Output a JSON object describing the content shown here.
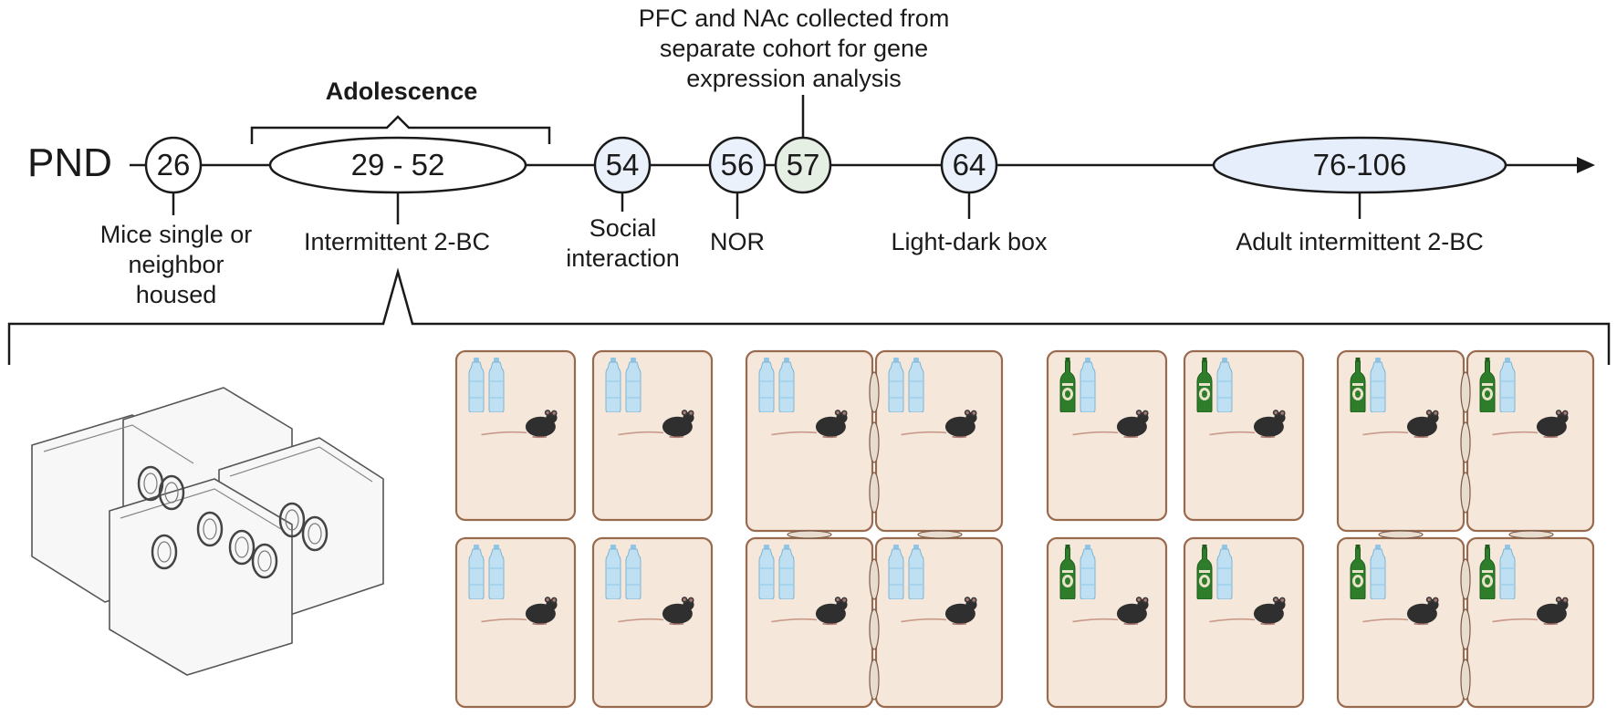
{
  "timeline": {
    "axis_label": "PND",
    "nodes": [
      {
        "id": "n26",
        "label": "26",
        "fill": "#ffffff"
      },
      {
        "id": "n2952",
        "label": "29 - 52",
        "fill": "#ffffff"
      },
      {
        "id": "n54",
        "label": "54",
        "fill": "#eaf1fb"
      },
      {
        "id": "n56",
        "label": "56",
        "fill": "#eaf1fb"
      },
      {
        "id": "n57",
        "label": "57",
        "fill": "#e6efe3"
      },
      {
        "id": "n64",
        "label": "64",
        "fill": "#eaf1fb"
      },
      {
        "id": "n76106",
        "label": "76-106",
        "fill": "#e7eefb"
      }
    ],
    "bracket_label": "Adolescence",
    "top_note": "PFC and NAc collected from separate cohort for gene expression analysis",
    "events": {
      "housing": "Mice single or neighbor housed",
      "adolescent_drinking": "Intermittent 2-BC",
      "social": "Social interaction",
      "nor": "NOR",
      "light_dark": "Light-dark box",
      "adult_drinking": "Adult intermittent 2-BC"
    }
  },
  "colors": {
    "line": "#1a1a1a",
    "cage_fill": "#f5e8da",
    "cage_border": "#9a6a4f",
    "water_bottle": "#bfe0f3",
    "beer_bottle": "#2d7d2a",
    "mouse": "#2f2f2f",
    "mouse_tail": "#c99a8a"
  },
  "cages": {
    "groups": [
      {
        "id": "single-water",
        "layout": "single",
        "bottles": "water"
      },
      {
        "id": "neighbor-water",
        "layout": "neighbor",
        "bottles": "water"
      },
      {
        "id": "single-beer",
        "layout": "single",
        "bottles": "beer"
      },
      {
        "id": "neighbor-beer",
        "layout": "neighbor",
        "bottles": "beer"
      }
    ]
  }
}
